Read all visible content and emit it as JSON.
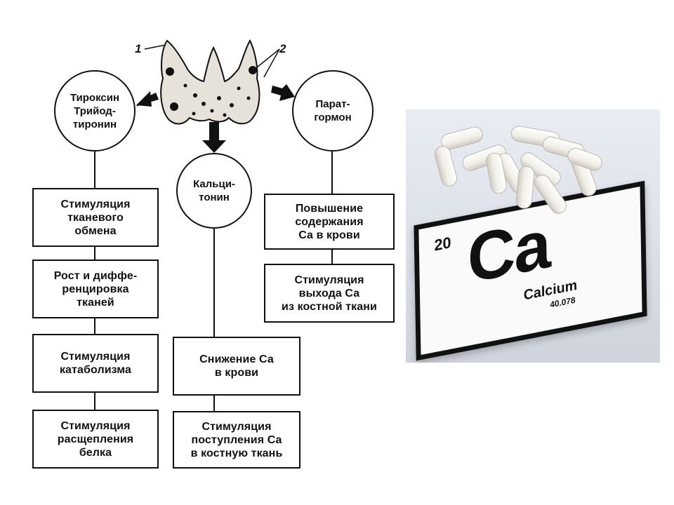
{
  "diagram": {
    "markers": {
      "gland_body": "1",
      "parathyroid": "2"
    },
    "circles": {
      "thyroxine": "Тироксин\nТрийод-\nтиронин",
      "calcitonin": "Кальци-\nтонин",
      "parathormone": "Парат-\nгормон"
    },
    "left_column": [
      "Стимуляция\nтканевого\nобмена",
      "Рост и диффе-\nренцировка\nтканей",
      "Стимуляция\nкатаболизма",
      "Стимуляция\nрасщепления\nбелка"
    ],
    "middle_column": [
      "Снижение Са\nв крови",
      "Стимуляция\nпоступления Са\nв костную ткань"
    ],
    "right_column": [
      "Повышение\nсодержания\nСа в крови",
      "Стимуляция\nвыхода Са\nиз костной ткани"
    ],
    "colors": {
      "ink": "#111111",
      "gland_fill": "#e8e4dc"
    }
  },
  "photo": {
    "element": {
      "number": "20",
      "symbol": "Ca",
      "name": "Calcium",
      "mass": "40.078"
    },
    "colors": {
      "tile_border": "#111111",
      "capsule": "#f4f2ec",
      "background": "#dfe2ea"
    }
  }
}
